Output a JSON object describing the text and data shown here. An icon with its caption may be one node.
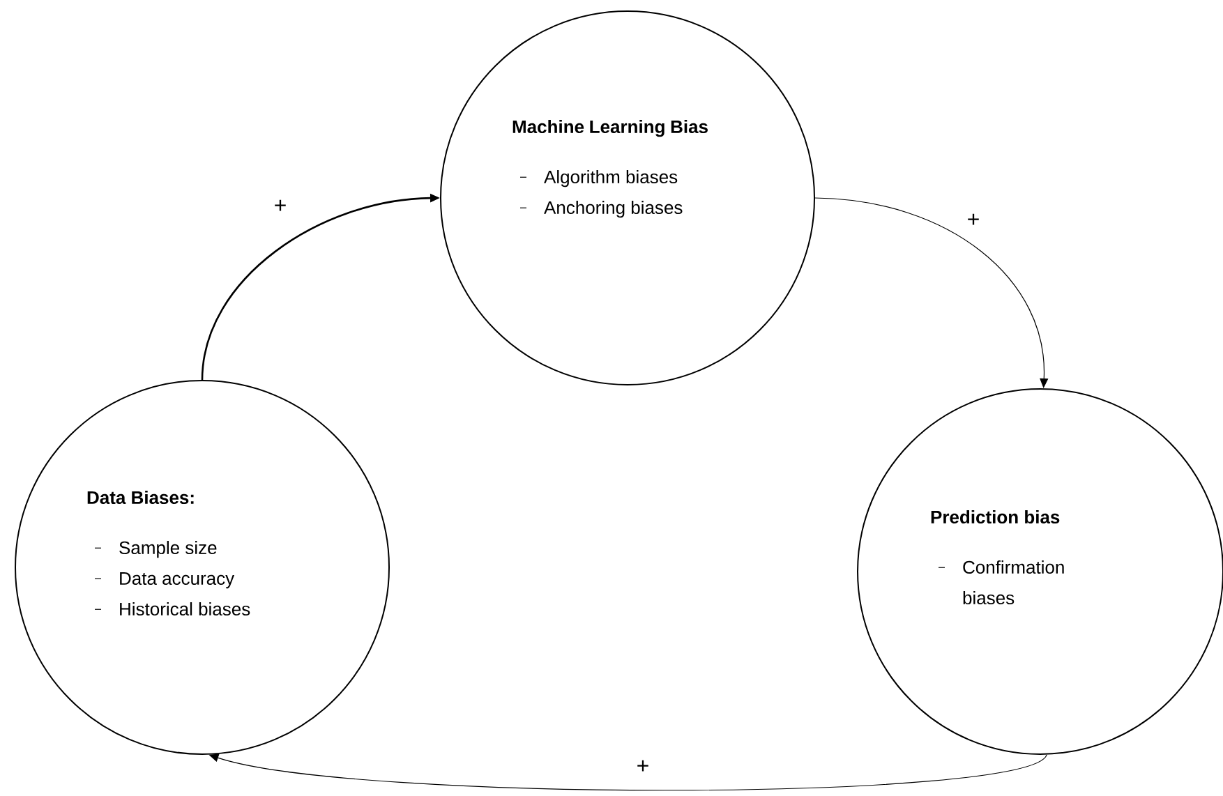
{
  "diagram": {
    "nodes": [
      {
        "text": [
          "Machine Learning Bias",
          "Algorithm biases",
          "Anchoring biases"
        ]
      },
      {
        "text": [
          "Data Biases:",
          "Sample size",
          "Data accuracy",
          "Historical biases"
        ]
      },
      {
        "text": [
          "Prediction bias",
          "Confirmation biases"
        ]
      }
    ],
    "edges": [
      {
        "from": 1,
        "to": 0,
        "arrow": "to",
        "label": "+"
      },
      {
        "from": 0,
        "to": 2,
        "arrow": "to",
        "label": "+"
      },
      {
        "from": 2,
        "to": 1,
        "arrow": "to",
        "label": "+"
      }
    ]
  }
}
